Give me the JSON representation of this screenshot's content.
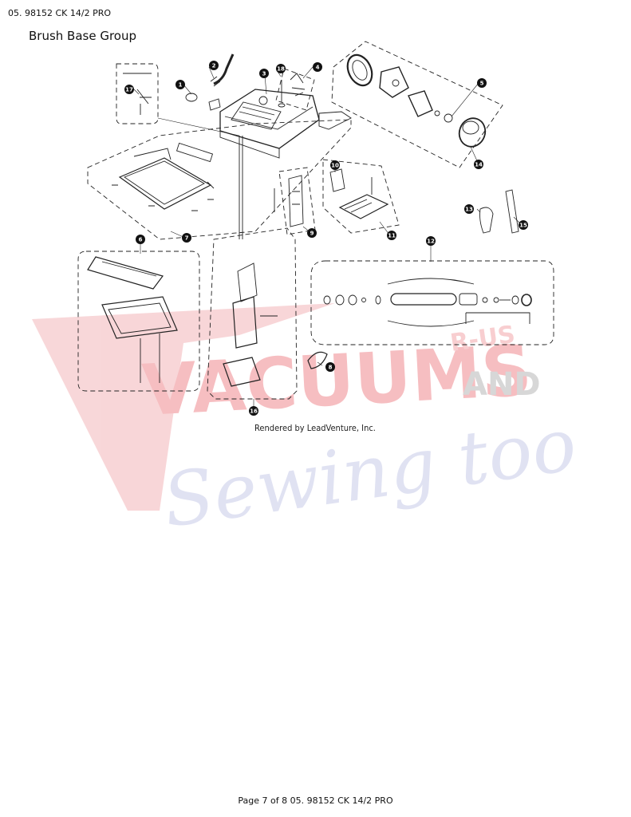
{
  "header": {
    "doc_code": "05. 98152 CK 14/2 PRO"
  },
  "section": {
    "title": "Brush Base Group"
  },
  "diagram": {
    "credit": "Rendered by LeadVenture, Inc.",
    "callouts": [
      "1",
      "2",
      "3",
      "4",
      "5",
      "6",
      "7",
      "8",
      "9",
      "10",
      "11",
      "12",
      "13",
      "14",
      "15",
      "16",
      "17",
      "18"
    ]
  },
  "watermark": {
    "line1": "VACUUMS",
    "line1_suffix": "R-US",
    "line2": "AND",
    "line3": "Sewing too",
    "colors": {
      "red": "#e8404a",
      "blue": "#9aa0d6",
      "gray": "#8a8a8a"
    }
  },
  "footer": {
    "text": "Page 7 of 8 05. 98152 CK 14/2 PRO"
  }
}
